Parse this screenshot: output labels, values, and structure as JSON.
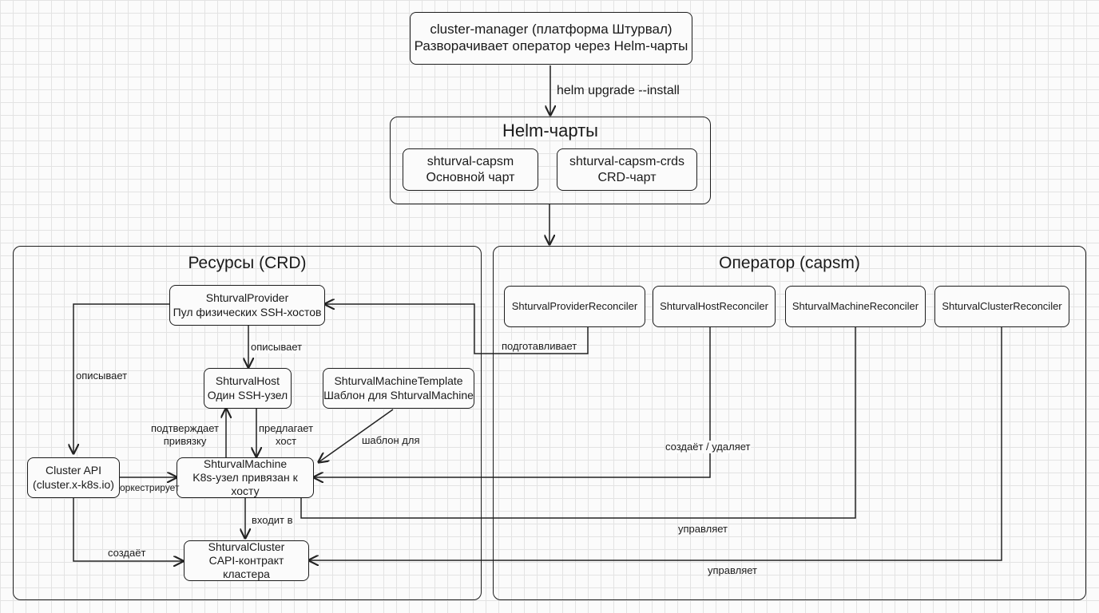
{
  "top": {
    "name": "cluster-manager (платформа Штурвал)",
    "desc": "Разворачивает оператор через Helm-чарты",
    "edge_label": "helm upgrade --install"
  },
  "helm": {
    "title": "Helm-чарты",
    "charts": [
      {
        "name": "shturval-capsm",
        "desc": "Основной чарт"
      },
      {
        "name": "shturval-capsm-crds",
        "desc": "CRD-чарт"
      }
    ]
  },
  "resources": {
    "title": "Ресурсы (CRD)",
    "provider": {
      "name": "ShturvalProvider",
      "desc": "Пул физических SSH-хостов"
    },
    "host": {
      "name": "ShturvalHost",
      "desc": "Один SSH-узел"
    },
    "template": {
      "name": "ShturvalMachineTemplate",
      "desc": "Шаблон для ShturvalMachine"
    },
    "capi": {
      "name": "Cluster API",
      "desc": "(cluster.x-k8s.io)"
    },
    "machine": {
      "name": "ShturvalMachine",
      "desc": "K8s-узел привязан к хосту"
    },
    "cluster": {
      "name": "ShturvalCluster",
      "desc": "CAPI-контракт кластера"
    }
  },
  "operator": {
    "title": "Оператор (capsm)",
    "reconcilers": [
      "ShturvalProviderReconciler",
      "ShturvalHostReconciler",
      "ShturvalMachineReconciler",
      "ShturvalClusterReconciler"
    ]
  },
  "edges": {
    "describes_host": "описывает",
    "describes_capi": "описывает",
    "confirms_binding": "подтверждает\nпривязку",
    "offers_host": "предлагает\nхост",
    "template_for": "шаблон для",
    "orchestrates": "оркестрирует",
    "part_of": "входит в",
    "creates": "создаёт",
    "prepares": "подготавливает",
    "creates_deletes": "создаёт / удаляет",
    "manages_machine": "управляет",
    "manages_cluster": "управляет"
  }
}
